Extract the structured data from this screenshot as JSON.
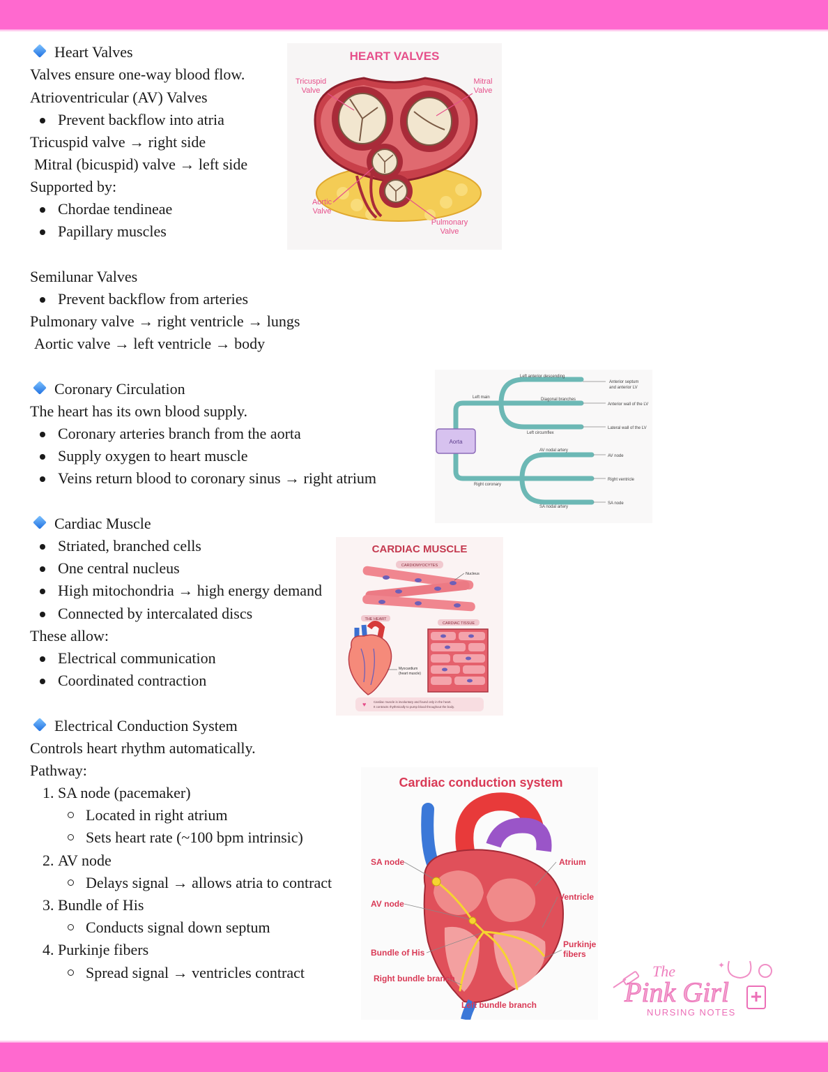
{
  "colors": {
    "band": "#ff69cf",
    "diamond": "#2a7be4",
    "accent_pink": "#e64f8a",
    "artery": "#6cb8b5"
  },
  "sections": {
    "valves": {
      "heading": "Heart Valves",
      "intro": "Valves ensure one-way blood flow.",
      "av_title": "Atrioventricular (AV) Valves",
      "av_bullet": "Prevent backflow into atria",
      "tricuspid": "Tricuspid valve → right side",
      "mitral": "Mitral (bicuspid) valve → left side",
      "supported": "Supported by:",
      "support_items": [
        "Chordae tendineae",
        "Papillary muscles"
      ],
      "semilunar_title": "Semilunar Valves",
      "semilunar_bullet": "Prevent backflow from arteries",
      "pulmonary": "Pulmonary valve → right ventricle → lungs",
      "aortic": "Aortic valve → left ventricle → body"
    },
    "coronary": {
      "heading": "Coronary Circulation",
      "intro": "The heart has its own blood supply.",
      "items": [
        "Coronary arteries branch from the aorta",
        "Supply oxygen to heart muscle",
        "Veins return blood to coronary sinus → right atrium"
      ]
    },
    "muscle": {
      "heading": "Cardiac Muscle",
      "items": [
        "Striated, branched cells",
        "One central nucleus",
        "High mitochondria → high energy demand",
        "Connected by intercalated discs"
      ],
      "allow": "These allow:",
      "allow_items": [
        "Electrical communication",
        "Coordinated contraction"
      ]
    },
    "conduction": {
      "heading": "Electrical Conduction System",
      "intro": "Controls heart rhythm automatically.",
      "pathway": "Pathway:",
      "steps": [
        {
          "num": "1.",
          "label": "SA node (pacemaker)",
          "subs": [
            "Located in right atrium",
            "Sets heart rate (~100 bpm intrinsic)"
          ]
        },
        {
          "num": "2.",
          "label": "AV node",
          "subs": [
            "Delays signal → allows atria to contract"
          ]
        },
        {
          "num": "3.",
          "label": "Bundle of His",
          "subs": [
            "Conducts signal down septum"
          ]
        },
        {
          "num": "4.",
          "label": "Purkinje fibers",
          "subs": [
            "Spread signal → ventricles contract"
          ]
        }
      ]
    }
  },
  "figures": {
    "valves": {
      "title": "HEART VALVES",
      "tricuspid": [
        "Tricuspid",
        "Valve"
      ],
      "mitral": [
        "Mitral",
        "Valve"
      ],
      "aortic": [
        "Aortic",
        "Valve"
      ],
      "pulmonary": [
        "Pulmonary",
        "Valve"
      ]
    },
    "coronary": {
      "root": "Aorta",
      "left_main": "Left main",
      "right_coronary": "Right coronary",
      "branches": [
        "Left anterior descending",
        "Diagonal branches",
        "Left circumflex",
        "AV nodal artery",
        "SA nodal artery"
      ],
      "targets": [
        "Anterior septum",
        "and anterior LV",
        "Anterior wall of the LV",
        "Lateral wall of the LV",
        "AV node",
        "Right ventricle",
        "SA node"
      ]
    },
    "muscle": {
      "title": "CARDIAC MUSCLE",
      "cardiomyocytes": "CARDIOMYOCYTES",
      "nucleus": "Nucleus",
      "heart": "THE HEART",
      "tissue": "CARDIAC TISSUE",
      "myocardium": [
        "Myocardium",
        "(heart muscle)"
      ],
      "note": [
        "Cardiac muscle is involuntary and found only in the heart.",
        "It contracts rhythmically to pump blood throughout the body."
      ]
    },
    "conduction": {
      "title": "Cardiac conduction system",
      "sa": "SA node",
      "av": "AV node",
      "his": "Bundle of His",
      "rbb": "Right bundle branch",
      "lbb": "Left bundle branch",
      "atrium": "Atrium",
      "ventricle": "Ventricle",
      "purkinje": [
        "Purkinje",
        "fibers"
      ]
    }
  },
  "logo": {
    "the": "The",
    "name": "Pink Girl",
    "sub": "NURSING NOTES"
  }
}
